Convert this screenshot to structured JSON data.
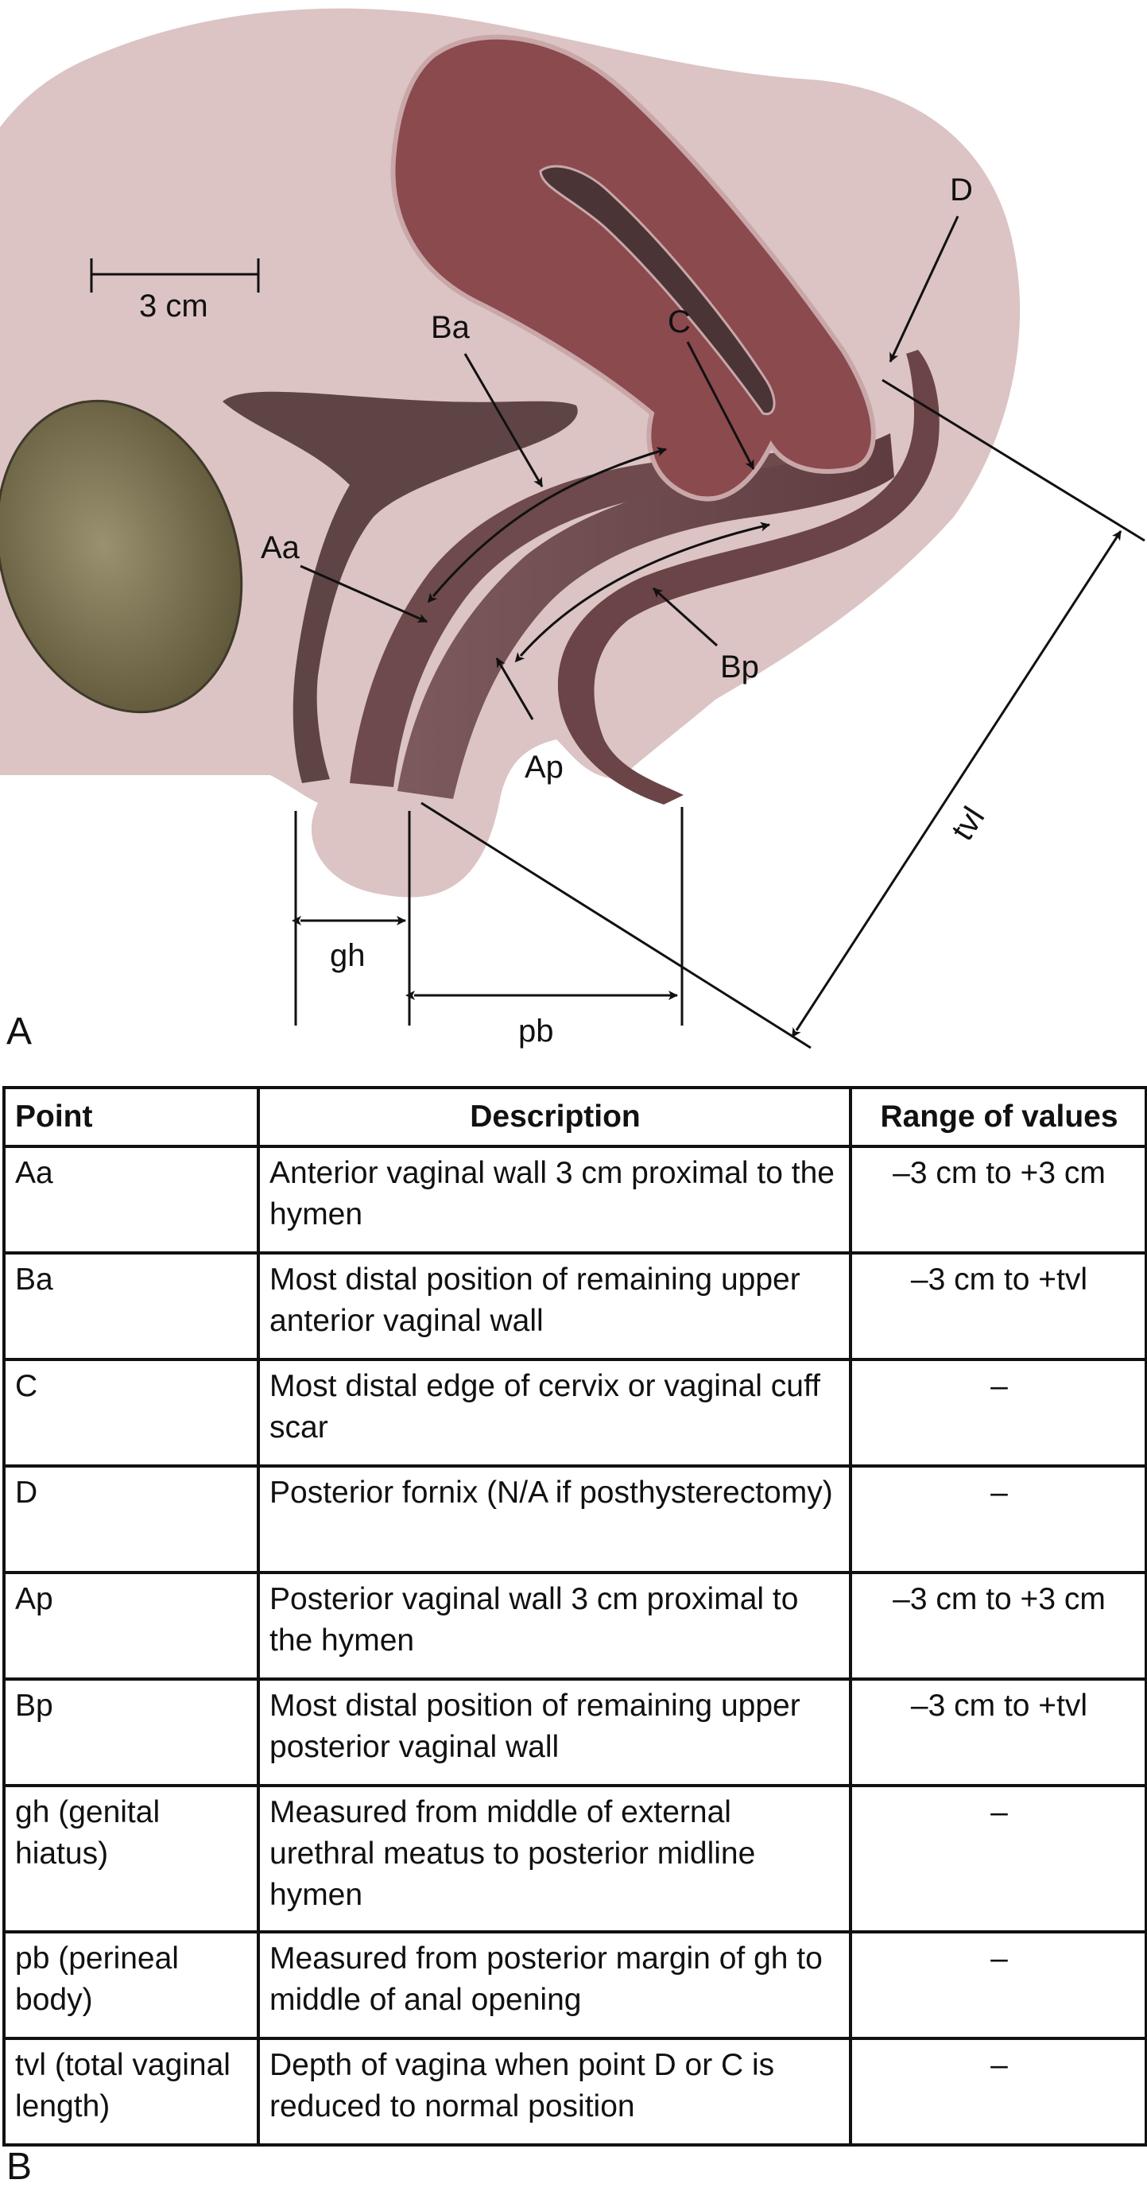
{
  "diagram": {
    "panel_label": "A",
    "scale_label": "3 cm",
    "labels": {
      "aa": "Aa",
      "ba": "Ba",
      "c": "C",
      "d": "D",
      "ap": "Ap",
      "bp": "Bp",
      "gh": "gh",
      "pb": "pb",
      "tvl": "tvl"
    },
    "colors": {
      "background_tissue": "#dcc3c4",
      "uterus_fill": "#8b4a4e",
      "vagina_wall": "#6e4a4c",
      "bladder_structure": "#5f4446",
      "pubic_bone": "#7a7150"
    }
  },
  "table": {
    "panel_label": "B",
    "headers": [
      "Point",
      "Description",
      "Range of values"
    ],
    "rows": [
      {
        "point": "Aa",
        "description": "Anterior vaginal wall 3 cm proximal to the hymen",
        "range": "–3 cm to +3 cm"
      },
      {
        "point": "Ba",
        "description": "Most distal position of remaining upper anterior vaginal wall",
        "range": "–3 cm to +tvl"
      },
      {
        "point": "C",
        "description": "Most distal edge of cervix or vaginal cuff scar",
        "range": "–"
      },
      {
        "point": "D",
        "description": "Posterior fornix (N/A if posthysterectomy)",
        "range": "–"
      },
      {
        "point": "Ap",
        "description": "Posterior vaginal wall 3 cm proximal to the hymen",
        "range": "–3 cm to +3 cm"
      },
      {
        "point": "Bp",
        "description": "Most distal position of remaining upper posterior vaginal wall",
        "range": "–3 cm to +tvl"
      },
      {
        "point": "gh (genital hiatus)",
        "description": "Measured from middle of external urethral meatus to posterior midline hymen",
        "range": "–"
      },
      {
        "point": "pb (perineal body)",
        "description": "Measured from posterior margin of gh to middle of anal opening",
        "range": "–"
      },
      {
        "point": "tvl (total vaginal length)",
        "description": "Depth of vagina when point D or C is reduced to normal position",
        "range": "–"
      }
    ]
  }
}
